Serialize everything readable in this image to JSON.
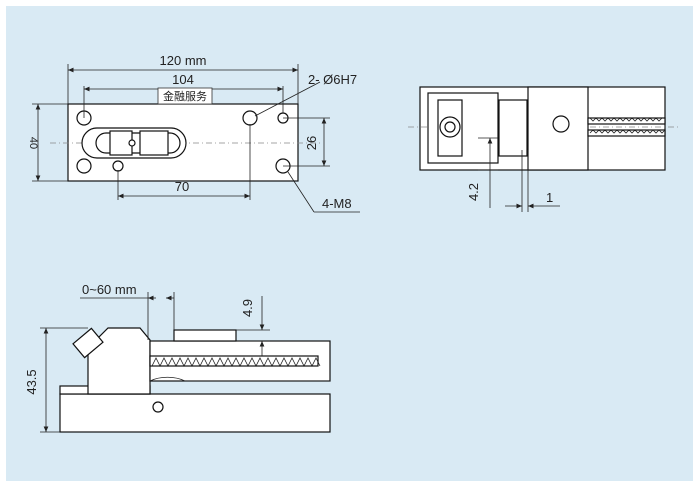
{
  "top_view": {
    "dim_overall": "120 mm",
    "dim_hole_spacing": "104",
    "label_box": "金融服务",
    "dim_hole_callout": "2- Ø6H7",
    "dim_height": "40",
    "dim_inner_height": "26",
    "dim_inner_spacing": "70",
    "dim_thread_callout": "4-M8"
  },
  "side_view": {
    "dim_offset": "4.2",
    "dim_gap": "1"
  },
  "front_view": {
    "dim_opening": "0~60 mm",
    "dim_step": "4.9",
    "dim_total_height": "43.5"
  }
}
